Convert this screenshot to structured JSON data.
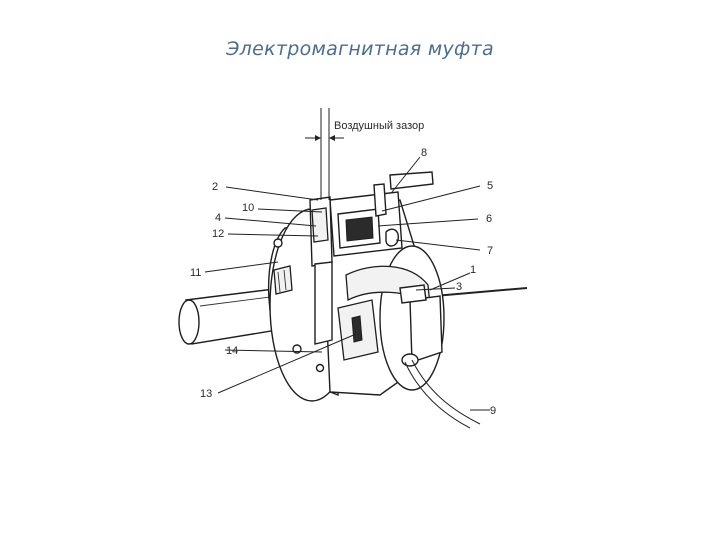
{
  "title": "Электромагнитная муфта",
  "diagram": {
    "air_gap_label": "Воздушный зазор",
    "callouts": [
      "1",
      "2",
      "3",
      "4",
      "5",
      "6",
      "7",
      "8",
      "9",
      "10",
      "11",
      "12",
      "13",
      "14"
    ]
  }
}
